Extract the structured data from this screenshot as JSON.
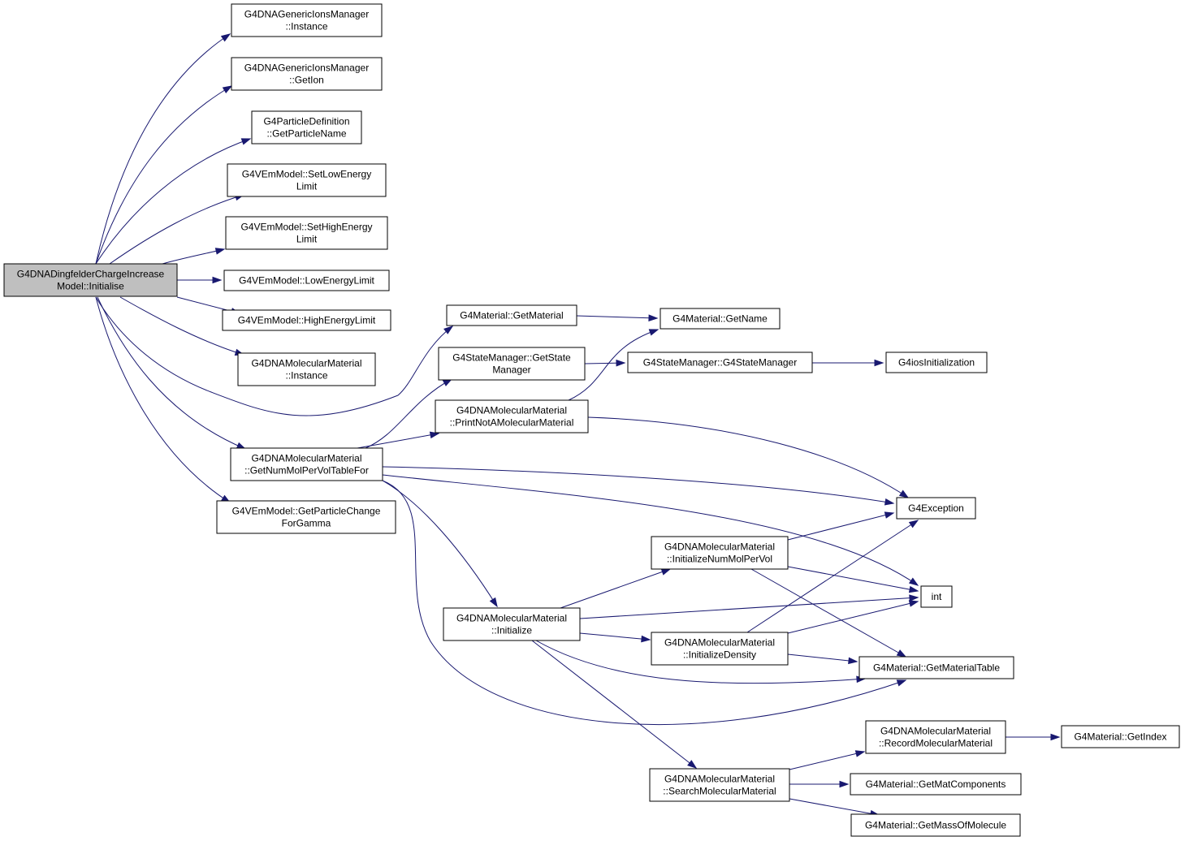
{
  "colors": {
    "edge": "#191970",
    "root_fill": "#bfbfbf",
    "node_fill": "#ffffff",
    "node_border": "#000000"
  },
  "nodes": [
    {
      "id": "root",
      "lines": [
        "G4DNADingfelderChargeIncrease",
        "Model::Initialise"
      ],
      "highlight": true
    },
    {
      "id": "gim_instance",
      "lines": [
        "G4DNAGenericIonsManager",
        "::Instance"
      ]
    },
    {
      "id": "gim_getion",
      "lines": [
        "G4DNAGenericIonsManager",
        "::GetIon"
      ]
    },
    {
      "id": "pd_getname",
      "lines": [
        "G4ParticleDefinition",
        "::GetParticleName"
      ]
    },
    {
      "id": "setlow",
      "lines": [
        "G4VEmModel::SetLowEnergy",
        "Limit"
      ]
    },
    {
      "id": "sethigh",
      "lines": [
        "G4VEmModel::SetHighEnergy",
        "Limit"
      ]
    },
    {
      "id": "lowlimit",
      "lines": [
        "G4VEmModel::LowEnergyLimit"
      ]
    },
    {
      "id": "highlimit",
      "lines": [
        "G4VEmModel::HighEnergyLimit"
      ]
    },
    {
      "id": "dmm_instance",
      "lines": [
        "G4DNAMolecularMaterial",
        "::Instance"
      ]
    },
    {
      "id": "getnummol",
      "lines": [
        "G4DNAMolecularMaterial",
        "::GetNumMolPerVolTableFor"
      ]
    },
    {
      "id": "pcgamma",
      "lines": [
        "G4VEmModel::GetParticleChange",
        "ForGamma"
      ]
    },
    {
      "id": "mat_getmaterial",
      "lines": [
        "G4Material::GetMaterial"
      ]
    },
    {
      "id": "mat_getname",
      "lines": [
        "G4Material::GetName"
      ]
    },
    {
      "id": "sm_getsm",
      "lines": [
        "G4StateManager::GetState",
        "Manager"
      ]
    },
    {
      "id": "sm_ctor",
      "lines": [
        "G4StateManager::G4StateManager"
      ]
    },
    {
      "id": "ios",
      "lines": [
        "G4iosInitialization"
      ]
    },
    {
      "id": "printnot",
      "lines": [
        "G4DNAMolecularMaterial",
        "::PrintNotAMolecularMaterial"
      ]
    },
    {
      "id": "g4exception",
      "lines": [
        "G4Exception"
      ]
    },
    {
      "id": "initnummol",
      "lines": [
        "G4DNAMolecularMaterial",
        "::InitializeNumMolPerVol"
      ]
    },
    {
      "id": "int",
      "lines": [
        "int"
      ]
    },
    {
      "id": "initialize",
      "lines": [
        "G4DNAMolecularMaterial",
        "::Initialize"
      ]
    },
    {
      "id": "initdensity",
      "lines": [
        "G4DNAMolecularMaterial",
        "::InitializeDensity"
      ]
    },
    {
      "id": "mattable",
      "lines": [
        "G4Material::GetMaterialTable"
      ]
    },
    {
      "id": "recordmm",
      "lines": [
        "G4DNAMolecularMaterial",
        "::RecordMolecularMaterial"
      ]
    },
    {
      "id": "getindex",
      "lines": [
        "G4Material::GetIndex"
      ]
    },
    {
      "id": "searchmm",
      "lines": [
        "G4DNAMolecularMaterial",
        "::SearchMolecularMaterial"
      ]
    },
    {
      "id": "matcomp",
      "lines": [
        "G4Material::GetMatComponents"
      ]
    },
    {
      "id": "massmol",
      "lines": [
        "G4Material::GetMassOfMolecule"
      ]
    }
  ],
  "edges": [
    {
      "from": "root",
      "to": "gim_instance"
    },
    {
      "from": "root",
      "to": "gim_getion"
    },
    {
      "from": "root",
      "to": "pd_getname"
    },
    {
      "from": "root",
      "to": "setlow"
    },
    {
      "from": "root",
      "to": "sethigh"
    },
    {
      "from": "root",
      "to": "lowlimit"
    },
    {
      "from": "root",
      "to": "highlimit"
    },
    {
      "from": "root",
      "to": "dmm_instance"
    },
    {
      "from": "root",
      "to": "mat_getmaterial"
    },
    {
      "from": "root",
      "to": "getnummol"
    },
    {
      "from": "root",
      "to": "pcgamma"
    },
    {
      "from": "mat_getmaterial",
      "to": "mat_getname"
    },
    {
      "from": "sm_getsm",
      "to": "sm_ctor"
    },
    {
      "from": "sm_ctor",
      "to": "ios"
    },
    {
      "from": "printnot",
      "to": "mat_getname"
    },
    {
      "from": "printnot",
      "to": "g4exception"
    },
    {
      "from": "getnummol",
      "to": "sm_getsm"
    },
    {
      "from": "getnummol",
      "to": "printnot"
    },
    {
      "from": "getnummol",
      "to": "g4exception"
    },
    {
      "from": "getnummol",
      "to": "int"
    },
    {
      "from": "getnummol",
      "to": "initialize"
    },
    {
      "from": "getnummol",
      "to": "mattable"
    },
    {
      "from": "initialize",
      "to": "initnummol"
    },
    {
      "from": "initialize",
      "to": "int"
    },
    {
      "from": "initialize",
      "to": "initdensity"
    },
    {
      "from": "initialize",
      "to": "mattable"
    },
    {
      "from": "initialize",
      "to": "searchmm"
    },
    {
      "from": "initnummol",
      "to": "g4exception"
    },
    {
      "from": "initnummol",
      "to": "int"
    },
    {
      "from": "initnummol",
      "to": "mattable"
    },
    {
      "from": "initdensity",
      "to": "g4exception"
    },
    {
      "from": "initdensity",
      "to": "int"
    },
    {
      "from": "initdensity",
      "to": "mattable"
    },
    {
      "from": "searchmm",
      "to": "recordmm"
    },
    {
      "from": "searchmm",
      "to": "matcomp"
    },
    {
      "from": "searchmm",
      "to": "massmol"
    },
    {
      "from": "recordmm",
      "to": "getindex"
    }
  ]
}
